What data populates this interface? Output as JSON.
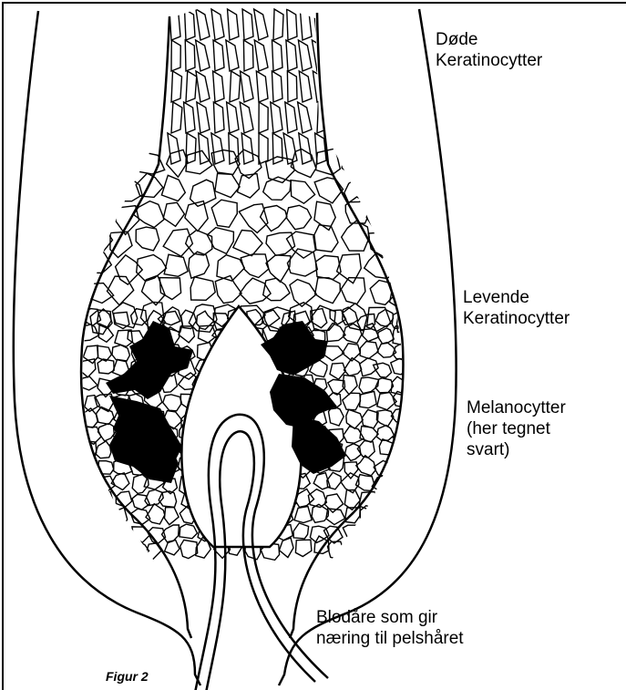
{
  "figure": {
    "caption": "Figur 2",
    "labels": {
      "dead": [
        "Døde",
        "Keratinocytter"
      ],
      "living": [
        "Levende",
        "Keratinocytter"
      ],
      "melanocytes": [
        "Melanocytter",
        "(her tegnet",
        "svart)"
      ],
      "blood_vessel": [
        "Blodåre som gir",
        "næring til pelshåret"
      ]
    }
  }
}
